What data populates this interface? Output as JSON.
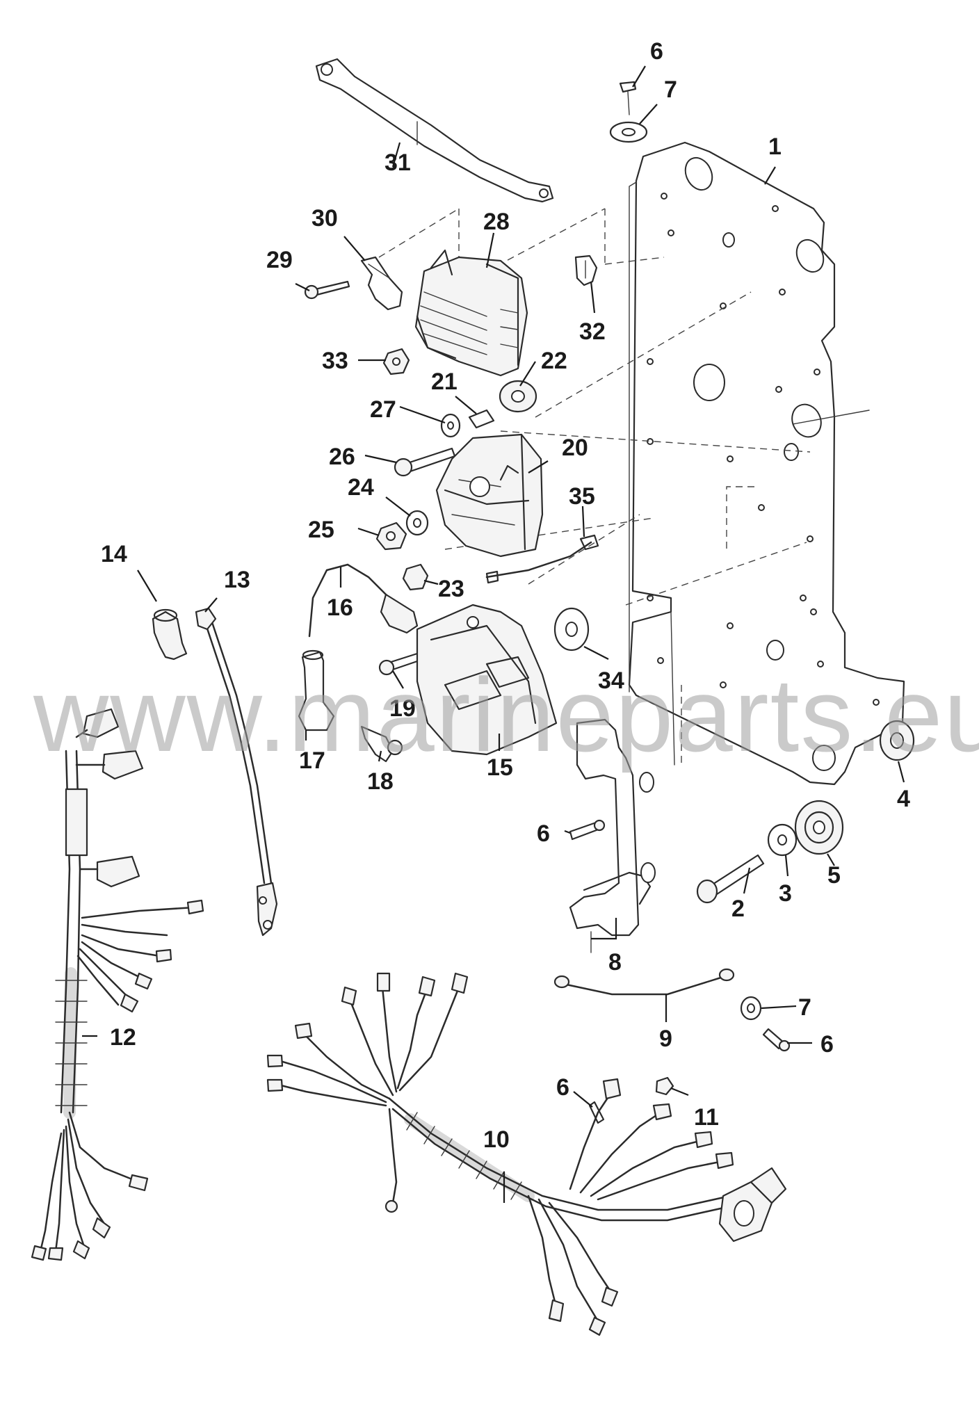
{
  "diagram": {
    "watermark": "www.marineparts.eu",
    "callouts": [
      "1",
      "2",
      "3",
      "4",
      "5",
      "6",
      "7",
      "8",
      "9",
      "10",
      "11",
      "12",
      "13",
      "14",
      "15",
      "16",
      "17",
      "18",
      "19",
      "20",
      "21",
      "22",
      "23",
      "24",
      "25",
      "26",
      "27",
      "28",
      "29",
      "30",
      "31",
      "32",
      "33",
      "34",
      "35"
    ],
    "repeat_callouts": {
      "six_b": "6",
      "six_c": "6",
      "six_d": "6",
      "seven_b": "7"
    }
  }
}
